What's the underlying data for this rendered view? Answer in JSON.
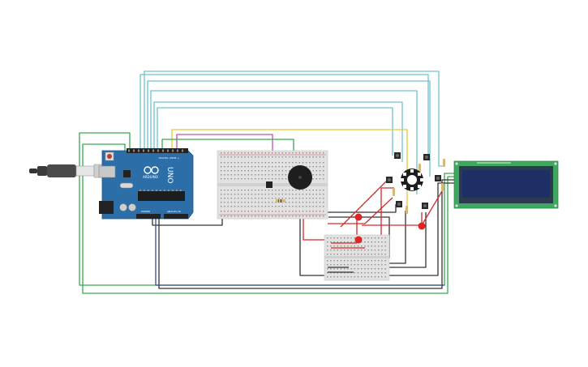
{
  "colors": {
    "wire_cyan": "#6fc3cf",
    "wire_green": "#3aa655",
    "wire_black": "#333333",
    "wire_red": "#d42a2a",
    "wire_yellow": "#e3c93a",
    "wire_magenta": "#c04fb6",
    "wire_navy": "#3b4a8f",
    "arduino_blue": "#2b6ea8",
    "lcd_green": "#3fa75e",
    "lcd_screen": "#1e2f66",
    "breadboard": "#e2e2e2",
    "usb_cable": "#444444",
    "led_red": "#e02424"
  },
  "arduino": {
    "brand": "ARDUINO",
    "model": "UNO",
    "digital_label": "DIGITAL (PWM~)",
    "power_label": "POWER",
    "analog_label": "ANALOG IN"
  },
  "icons": {
    "buzzer": "buzzer-icon",
    "neopixel": "neopixel-ring-icon",
    "usb": "usb-plug-icon"
  }
}
